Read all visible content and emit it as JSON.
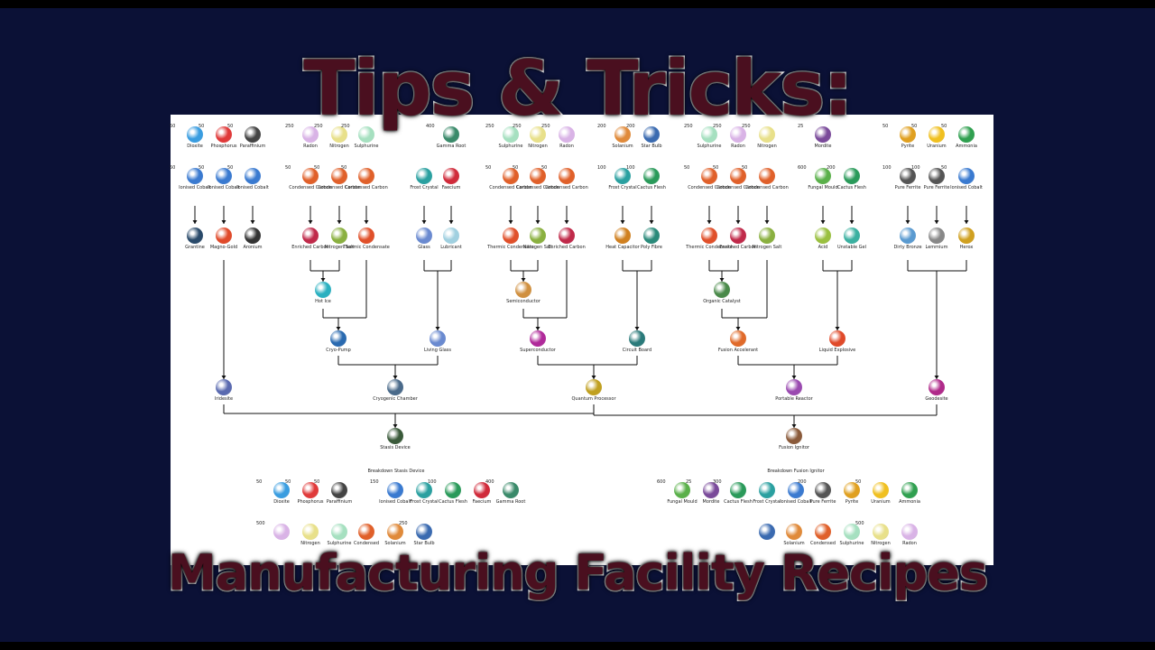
{
  "title": "Tips & Tricks:",
  "subtitle": "Manufacturing Facility Recipes",
  "nodes": [
    {
      "id": "dioxite",
      "label": "Dioxite",
      "amount": "50",
      "color": "#3a9de0"
    },
    {
      "id": "phosphorus",
      "label": "Phosphorus",
      "amount": "50",
      "color": "#e03a3a"
    },
    {
      "id": "paraffinium",
      "label": "Paraffinium",
      "amount": "50",
      "color": "#444444"
    },
    {
      "id": "radon-a",
      "label": "Radon",
      "amount": "250",
      "color": "#d9b3e6"
    },
    {
      "id": "nitrogen-a",
      "label": "Nitrogen",
      "amount": "250",
      "color": "#e8e08a"
    },
    {
      "id": "sulphurine-a",
      "label": "Sulphurine",
      "amount": "250",
      "color": "#a6e0c0"
    },
    {
      "id": "gamma-root",
      "label": "Gamma Root",
      "amount": "400",
      "color": "#3a8a6a"
    },
    {
      "id": "sulphurine-b",
      "label": "Sulphurine",
      "amount": "250",
      "color": "#a6e0c0"
    },
    {
      "id": "nitrogen-b",
      "label": "Nitrogen",
      "amount": "250",
      "color": "#e8e08a"
    },
    {
      "id": "radon-b",
      "label": "Radon",
      "amount": "250",
      "color": "#d9b3e6"
    },
    {
      "id": "solanium",
      "label": "Solanium",
      "amount": "200",
      "color": "#e08a3a"
    },
    {
      "id": "star-bulb",
      "label": "Star Bulb",
      "amount": "200",
      "color": "#3a6ab0"
    },
    {
      "id": "sulphurine-c",
      "label": "Sulphurine",
      "amount": "250",
      "color": "#a6e0c0"
    },
    {
      "id": "radon-c",
      "label": "Radon",
      "amount": "250",
      "color": "#d9b3e6"
    },
    {
      "id": "nitrogen-c",
      "label": "Nitrogen",
      "amount": "250",
      "color": "#e8e08a"
    },
    {
      "id": "mordite",
      "label": "Mordite",
      "amount": "25",
      "color": "#7a4a9a"
    },
    {
      "id": "pyrite",
      "label": "Pyrite",
      "amount": "50",
      "color": "#e0a020"
    },
    {
      "id": "uranium",
      "label": "Uranium",
      "amount": "50",
      "color": "#f0c020"
    },
    {
      "id": "ammonia",
      "label": "Ammonia",
      "amount": "50",
      "color": "#30a050"
    },
    {
      "id": "ionised-cobalt-1",
      "label": "Ionised Cobalt",
      "amount": "50",
      "color": "#3a7ad0"
    },
    {
      "id": "ionised-cobalt-2",
      "label": "Ionised Cobalt",
      "amount": "50",
      "color": "#3a7ad0"
    },
    {
      "id": "ionised-cobalt-3",
      "label": "Ionised Cobalt",
      "amount": "50",
      "color": "#3a7ad0"
    },
    {
      "id": "condensed-carbon-1",
      "label": "Condensed Carbon",
      "amount": "50",
      "color": "#e0602a"
    },
    {
      "id": "condensed-carbon-2",
      "label": "Condensed Carbon",
      "amount": "50",
      "color": "#e0602a"
    },
    {
      "id": "condensed-carbon-3",
      "label": "Condensed Carbon",
      "amount": "50",
      "color": "#e0602a"
    },
    {
      "id": "frost-crystal-1",
      "label": "Frost Crystal",
      "amount": "",
      "color": "#2aa0a0"
    },
    {
      "id": "faecium-1",
      "label": "Faecium",
      "amount": "",
      "color": "#d02a3a"
    },
    {
      "id": "condensed-carbon-4",
      "label": "Condensed Carbon",
      "amount": "50",
      "color": "#e0602a"
    },
    {
      "id": "condensed-carbon-5",
      "label": "Condensed Carbon",
      "amount": "50",
      "color": "#e0602a"
    },
    {
      "id": "condensed-carbon-6",
      "label": "Condensed Carbon",
      "amount": "50",
      "color": "#e0602a"
    },
    {
      "id": "frost-crystal-2",
      "label": "Frost Crystal",
      "amount": "100",
      "color": "#2aa0a0"
    },
    {
      "id": "cactus-flesh-1",
      "label": "Cactus Flesh",
      "amount": "100",
      "color": "#2a9a5a"
    },
    {
      "id": "condensed-carbon-7",
      "label": "Condensed Carbon",
      "amount": "50",
      "color": "#e0602a"
    },
    {
      "id": "condensed-carbon-8",
      "label": "Condensed Carbon",
      "amount": "50",
      "color": "#e0602a"
    },
    {
      "id": "condensed-carbon-9",
      "label": "Condensed Carbon",
      "amount": "50",
      "color": "#e0602a"
    },
    {
      "id": "fungal-mould-1",
      "label": "Fungal Mould",
      "amount": "600",
      "color": "#5ab04a"
    },
    {
      "id": "cactus-flesh-2",
      "label": "Cactus Flesh",
      "amount": "200",
      "color": "#2a9a5a"
    },
    {
      "id": "pure-ferrite-1",
      "label": "Pure Ferrite",
      "amount": "100",
      "color": "#555555"
    },
    {
      "id": "pure-ferrite-2",
      "label": "Pure Ferrite",
      "amount": "100",
      "color": "#555555"
    },
    {
      "id": "ionised-cobalt-4",
      "label": "Ionised Cobalt",
      "amount": "50",
      "color": "#3a7ad0"
    },
    {
      "id": "grantine",
      "label": "Grantine",
      "amount": "",
      "color": "#2a4a6a"
    },
    {
      "id": "magno-gold",
      "label": "Magno-Gold",
      "amount": "",
      "color": "#e04a2a"
    },
    {
      "id": "aronium",
      "label": "Aronium",
      "amount": "",
      "color": "#333333"
    },
    {
      "id": "enriched-carbon-1",
      "label": "Enriched Carbon",
      "amount": "",
      "color": "#c02a4a"
    },
    {
      "id": "nitrogen-salt-1",
      "label": "Nitrogen Salt",
      "amount": "",
      "color": "#8ab040"
    },
    {
      "id": "thermic-condensate-1",
      "label": "Thermic Condensate",
      "amount": "",
      "color": "#e0502a"
    },
    {
      "id": "glass",
      "label": "Glass",
      "amount": "",
      "color": "#6a8ad0"
    },
    {
      "id": "lubricant",
      "label": "Lubricant",
      "amount": "",
      "color": "#a0d0e0"
    },
    {
      "id": "thermic-condensate-2",
      "label": "Thermic Condensate",
      "amount": "",
      "color": "#e0502a"
    },
    {
      "id": "nitrogen-salt-2",
      "label": "Nitrogen Salt",
      "amount": "",
      "color": "#8ab040"
    },
    {
      "id": "enriched-carbon-2",
      "label": "Enriched Carbon",
      "amount": "",
      "color": "#c02a4a"
    },
    {
      "id": "heat-capacitor",
      "label": "Heat Capacitor",
      "amount": "",
      "color": "#d08020"
    },
    {
      "id": "poly-fibre",
      "label": "Poly Fibre",
      "amount": "",
      "color": "#2a8a7a"
    },
    {
      "id": "thermic-condensate-3",
      "label": "Thermic Condensate",
      "amount": "",
      "color": "#e0502a"
    },
    {
      "id": "enriched-carbon-3",
      "label": "Enriched Carbon",
      "amount": "",
      "color": "#c02a4a"
    },
    {
      "id": "nitrogen-salt-3",
      "label": "Nitrogen Salt",
      "amount": "",
      "color": "#8ab040"
    },
    {
      "id": "acid",
      "label": "Acid",
      "amount": "",
      "color": "#9ac040"
    },
    {
      "id": "unstable-gel",
      "label": "Unstable Gel",
      "amount": "",
      "color": "#3ab0a0"
    },
    {
      "id": "dirty-bronze",
      "label": "Dirty Bronze",
      "amount": "",
      "color": "#5a9ad0"
    },
    {
      "id": "lemmium",
      "label": "Lemmium",
      "amount": "",
      "color": "#888888"
    },
    {
      "id": "herox",
      "label": "Herox",
      "amount": "",
      "color": "#d0a020"
    },
    {
      "id": "hot-ice",
      "label": "Hot Ice",
      "amount": "",
      "color": "#2ab0c0"
    },
    {
      "id": "semiconductor",
      "label": "Semiconductor",
      "amount": "",
      "color": "#d09040"
    },
    {
      "id": "organic-catalyst",
      "label": "Organic Catalyst",
      "amount": "",
      "color": "#4a8a4a"
    },
    {
      "id": "cryo-pump",
      "label": "Cryo-Pump",
      "amount": "",
      "color": "#2a6ab0"
    },
    {
      "id": "living-glass",
      "label": "Living Glass",
      "amount": "",
      "color": "#6a8ad0"
    },
    {
      "id": "superconductor",
      "label": "Superconductor",
      "amount": "",
      "color": "#b02a9a"
    },
    {
      "id": "circuit-board",
      "label": "Circuit Board",
      "amount": "",
      "color": "#2a7a7a"
    },
    {
      "id": "fusion-accelerant",
      "label": "Fusion Accelerant",
      "amount": "",
      "color": "#e06a2a"
    },
    {
      "id": "liquid-explosive",
      "label": "Liquid Explosive",
      "amount": "",
      "color": "#e04a2a"
    },
    {
      "id": "iridesite",
      "label": "Iridesite",
      "amount": "",
      "color": "#5a6ab0"
    },
    {
      "id": "cryogenic-chamber",
      "label": "Cryogenic Chamber",
      "amount": "",
      "color": "#4a6a8a"
    },
    {
      "id": "quantum-processor",
      "label": "Quantum Processor",
      "amount": "",
      "color": "#c0a020"
    },
    {
      "id": "portable-reactor",
      "label": "Portable Reactor",
      "amount": "",
      "color": "#9a4ab0"
    },
    {
      "id": "geodesite",
      "label": "Geodesite",
      "amount": "",
      "color": "#b02a8a"
    },
    {
      "id": "stasis-device",
      "label": "Stasis Device",
      "amount": "",
      "color": "#3a5a3a"
    },
    {
      "id": "fusion-ignitor",
      "label": "Fusion Ignitor",
      "amount": "",
      "color": "#8a5a3a"
    },
    {
      "id": "b1-dioxite",
      "label": "Dioxite",
      "amount": "50",
      "color": "#3a9de0"
    },
    {
      "id": "b1-phosphorus",
      "label": "Phosphorus",
      "amount": "50",
      "color": "#e03a3a"
    },
    {
      "id": "b1-paraffinium",
      "label": "Paraffinium",
      "amount": "50",
      "color": "#444444"
    },
    {
      "id": "b1-ionised-cobalt",
      "label": "Ionised Cobalt",
      "amount": "150",
      "color": "#3a7ad0"
    },
    {
      "id": "b1-frost-crystal",
      "label": "Frost Crystal",
      "amount": "",
      "color": "#2aa0a0"
    },
    {
      "id": "b1-cactus-flesh",
      "label": "Cactus Flesh",
      "amount": "100",
      "color": "#2a9a5a"
    },
    {
      "id": "b1-faecium",
      "label": "Faecium",
      "amount": "",
      "color": "#d02a3a"
    },
    {
      "id": "b1-gamma-root",
      "label": "Gamma Root",
      "amount": "400",
      "color": "#3a8a6a"
    },
    {
      "id": "b1-radon",
      "label": "",
      "amount": "500",
      "color": "#d9b3e6"
    },
    {
      "id": "b1-nitrogen",
      "label": "Nitrogen",
      "amount": "",
      "color": "#e8e08a"
    },
    {
      "id": "b1-sulphurine",
      "label": "Sulphurine",
      "amount": "",
      "color": "#a6e0c0"
    },
    {
      "id": "b1-condensed",
      "label": "Condensed",
      "amount": "",
      "color": "#e0602a"
    },
    {
      "id": "b1-solanium",
      "label": "Solanium",
      "amount": "",
      "color": "#e08a3a"
    },
    {
      "id": "b1-star-bulb",
      "label": "Star Bulb",
      "amount": "250",
      "color": "#3a6ab0"
    },
    {
      "id": "b2-fungal-mould",
      "label": "Fungal Mould",
      "amount": "600",
      "color": "#5ab04a"
    },
    {
      "id": "b2-mordite",
      "label": "Mordite",
      "amount": "25",
      "color": "#7a4a9a"
    },
    {
      "id": "b2-cactus-flesh",
      "label": "Cactus Flesh",
      "amount": "300",
      "color": "#2a9a5a"
    },
    {
      "id": "b2-frost-crystal",
      "label": "Frost Crystal",
      "amount": "",
      "color": "#2aa0a0"
    },
    {
      "id": "b2-ionised-cobalt",
      "label": "Ionised Cobalt",
      "amount": "",
      "color": "#3a7ad0"
    },
    {
      "id": "b2-pure-ferrite",
      "label": "Pure Ferrite",
      "amount": "200",
      "color": "#555555"
    },
    {
      "id": "b2-pyrite",
      "label": "Pyrite",
      "amount": "",
      "color": "#e0a020"
    },
    {
      "id": "b2-uranium",
      "label": "Uranium",
      "amount": "50",
      "color": "#f0c020"
    },
    {
      "id": "b2-ammonia",
      "label": "Ammonia",
      "amount": "",
      "color": "#30a050"
    },
    {
      "id": "b2-star-bulb",
      "label": "",
      "amount": "",
      "color": "#3a6ab0"
    },
    {
      "id": "b2-solanium",
      "label": "Solanium",
      "amount": "",
      "color": "#e08a3a"
    },
    {
      "id": "b2-condensed",
      "label": "Condensed",
      "amount": "",
      "color": "#e0602a"
    },
    {
      "id": "b2-sulphurine",
      "label": "Sulphurine",
      "amount": "",
      "color": "#a6e0c0"
    },
    {
      "id": "b2-nitrogen",
      "label": "Nitrogen",
      "amount": "500",
      "color": "#e8e08a"
    },
    {
      "id": "b2-radon",
      "label": "Radon",
      "amount": "",
      "color": "#d9b3e6"
    }
  ],
  "captions": {
    "breakdown_stasis": "Breakdown Stasis Device",
    "breakdown_fusion": "Breakdown Fusion Ignitor"
  }
}
